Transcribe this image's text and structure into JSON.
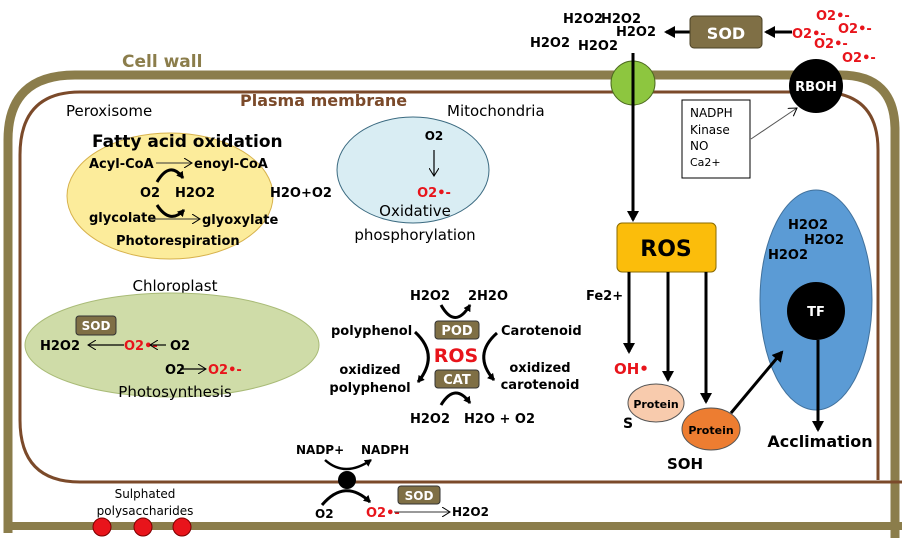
{
  "labels": {
    "cell_wall": "Cell wall",
    "plasma_membrane": "Plasma membrane",
    "peroxisome": "Peroxisome",
    "mitochondria": "Mitochondria",
    "chloroplast": "Chloroplast"
  },
  "colors": {
    "cell_wall": "#8b7d4b",
    "plasma_membrane": "#7b4a2a",
    "enzyme_box": "#7f6f45",
    "superoxide": "#e8141b",
    "ros_box": "#fbbd0b",
    "nucleus": "#5b9bd5",
    "channel": "#8dc63f",
    "peroxisome": "#fcec9b",
    "mitochondria": "#d9edf3",
    "chloroplast": "#cfdca8",
    "protein_light": "#f8cbad",
    "protein_dark": "#ed7d31"
  },
  "apoplast": {
    "h2o2_items": [
      "H2O2",
      "H2O2",
      "H2O2",
      "H2O2",
      "H2O2"
    ],
    "sod_label": "SOD",
    "superoxide_items": [
      "O2•-",
      "O2•-",
      "O2•-",
      "O2•-",
      "O2•-"
    ]
  },
  "rboh": {
    "label": "RBOH",
    "regulators": [
      "NADPH",
      "Kinase",
      "NO",
      "Ca2+"
    ]
  },
  "peroxisome": {
    "title": "Fatty acid oxidation",
    "substrate1": "Acyl-CoA",
    "product1": "enoyl-CoA",
    "o2": "O2",
    "h2o2": "H2O2",
    "substrate2": "glycolate",
    "product2": "glyoxylate",
    "subtitle": "Photorespiration",
    "outside_product": "H2O+O2"
  },
  "mitochondria": {
    "o2": "O2",
    "superoxide": "O2•-",
    "process_line1": "Oxidative",
    "process_line2": "phosphorylation"
  },
  "chloroplast": {
    "sod_label": "SOD",
    "h2o2": "H2O2",
    "superoxide": "O2•-",
    "o2": "O2",
    "o2_b": "O2",
    "superoxide_b": "O2•-",
    "process": "Photosynthesis"
  },
  "scavenging": {
    "pod_label": "POD",
    "cat_label": "CAT",
    "ros_label": "ROS",
    "pod_in": "H2O2",
    "pod_out": "2H2O",
    "cat_in": "H2O2",
    "cat_out": "H2O + O2",
    "left_in": "polyphenol",
    "left_out_1": "oxidized",
    "left_out_2": "polyphenol",
    "right_in": "Carotenoid",
    "right_out_1": "oxidized",
    "right_out_2": "carotenoid"
  },
  "signaling": {
    "ros_label": "ROS",
    "fe": "Fe2+",
    "hydroxyl": "OH•",
    "protein1": "Protein",
    "protein1_suffix": "S",
    "protein2": "Protein",
    "protein2_suffix": "SOH",
    "nucleus_h2o2": [
      "H2O2",
      "H2O2",
      "H2O2"
    ],
    "tf_label": "TF",
    "outcome": "Acclimation"
  },
  "membrane_bottom": {
    "nadp": "NADP+",
    "nadph": "NADPH",
    "o2": "O2",
    "superoxide": "O2•-",
    "sod_label": "SOD",
    "h2o2": "H2O2",
    "sulphated_line1": "Sulphated",
    "sulphated_line2": "polysaccharides"
  }
}
